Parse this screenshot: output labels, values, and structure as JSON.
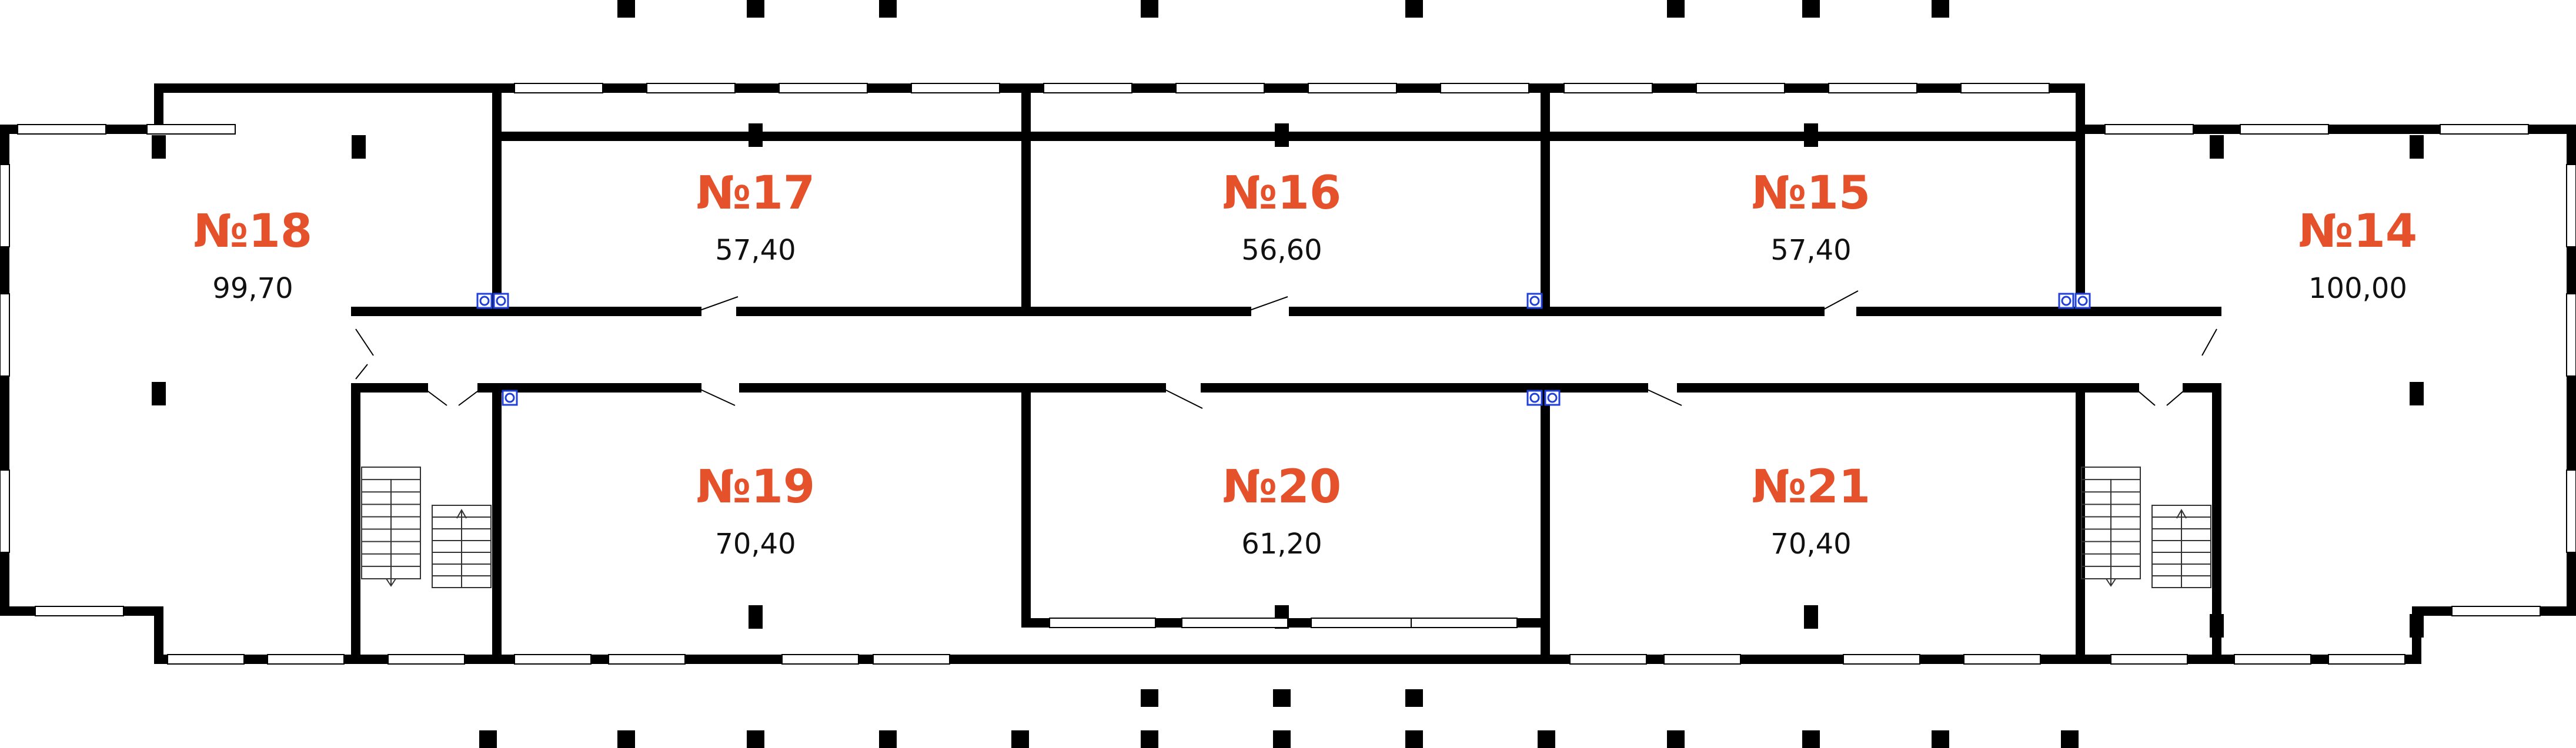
{
  "colors": {
    "wall": "#000000",
    "window": "#ffffff",
    "label": "#e4512b",
    "area": "#111111",
    "marker": "#2040d8"
  },
  "units": [
    {
      "id": "18",
      "number": "№18",
      "area": "99,70"
    },
    {
      "id": "17",
      "number": "№17",
      "area": "57,40"
    },
    {
      "id": "16",
      "number": "№16",
      "area": "56,60"
    },
    {
      "id": "15",
      "number": "№15",
      "area": "57,40"
    },
    {
      "id": "14",
      "number": "№14",
      "area": "100,00"
    },
    {
      "id": "19",
      "number": "№19",
      "area": "70,40"
    },
    {
      "id": "20",
      "number": "№20",
      "area": "61,20"
    },
    {
      "id": "21",
      "number": "№21",
      "area": "70,40"
    }
  ],
  "icons": {
    "stairs": "stairs-icon",
    "riser": "utility-riser-icon",
    "door": "door-icon",
    "column": "column-icon"
  }
}
